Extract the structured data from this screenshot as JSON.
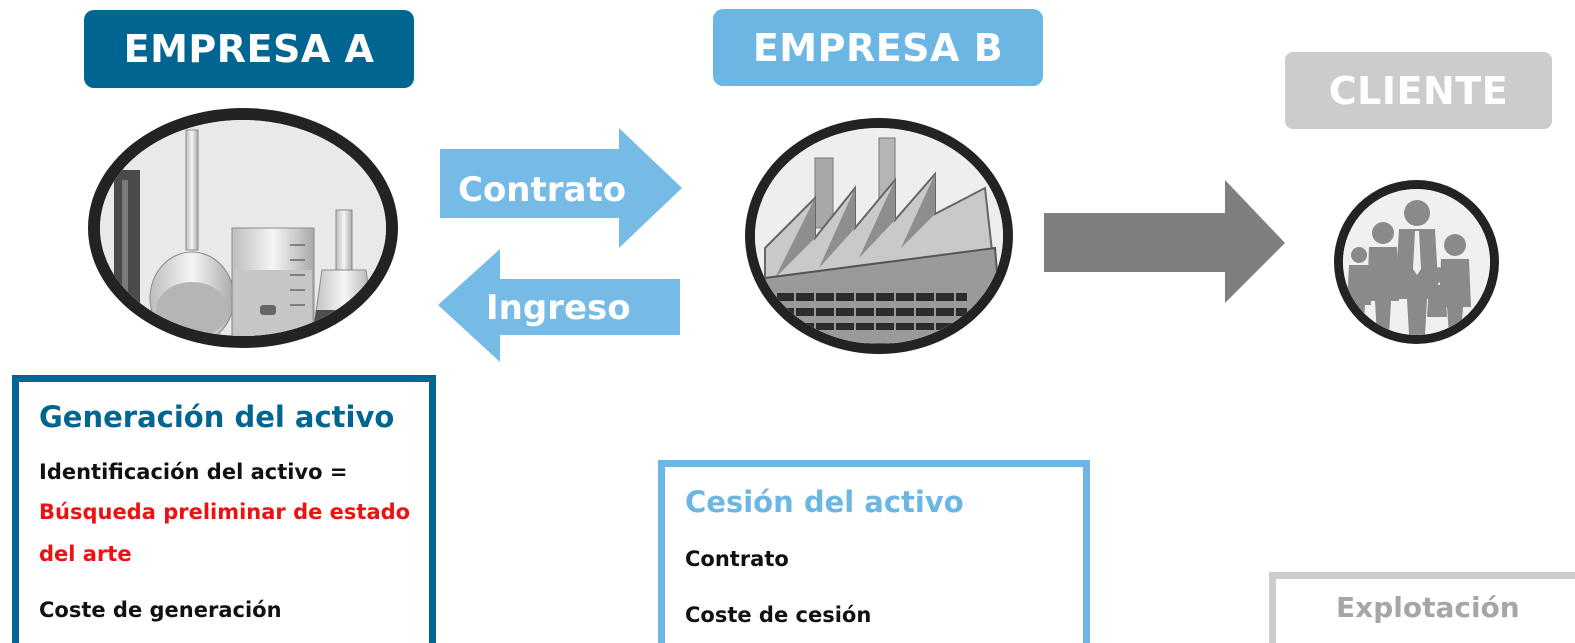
{
  "headers": {
    "empresa_a": "EMPRESA A",
    "empresa_b": "EMPRESA B",
    "cliente": "CLIENTE"
  },
  "arrows": {
    "contrato": "Contrato",
    "ingreso": "Ingreso"
  },
  "box_a": {
    "title": "Generación del activo",
    "line1": "Identificación del activo =",
    "line2_red": "Búsqueda preliminar de estado",
    "line3_red": "del arte",
    "line4": "Coste de generación"
  },
  "box_b": {
    "title": "Cesión del activo",
    "line1": "Contrato",
    "line2": "Coste de cesión"
  },
  "box_c": {
    "title": "Explotación"
  },
  "colors": {
    "company_a": "#006591",
    "company_b": "#6cb6e3",
    "client": "#cccccc",
    "arrow_light": "#76bae6",
    "arrow_gray": "#7f7f7f",
    "highlight_red": "#ee1111"
  },
  "icons": {
    "lab": "lab-glassware-icon",
    "factory": "factory-icon",
    "client": "people-group-icon"
  }
}
